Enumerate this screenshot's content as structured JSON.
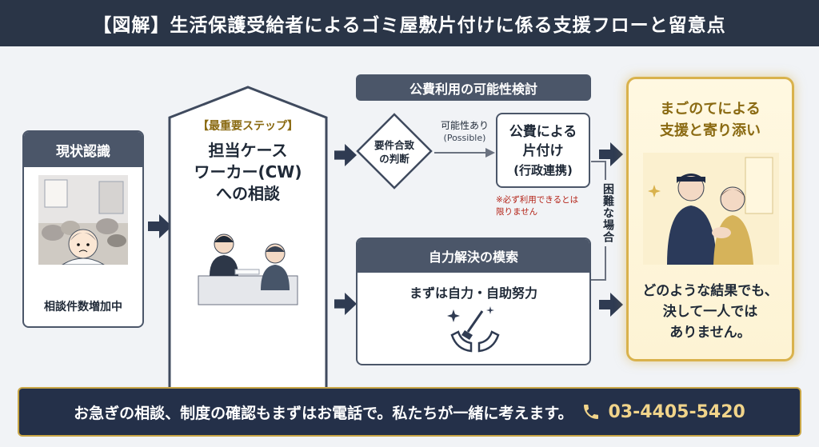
{
  "header": {
    "title": "【図解】生活保護受給者によるゴミ屋敷片付けに係る支援フローと留意点"
  },
  "recognition": {
    "title": "現状認識",
    "caption": "相談件数増加中"
  },
  "consult": {
    "tag": "【最重要ステップ】",
    "line1": "担当ケース",
    "line2": "ワーカー(CW)",
    "line3": "への相談"
  },
  "public_use": {
    "header": "公費利用の可能性検討",
    "decision_line1": "要件合致",
    "decision_line2": "の判断",
    "possible_label": "可能性あり",
    "possible_sub": "(Possible)",
    "box_line1": "公費による",
    "box_line2": "片付け",
    "box_line3": "(行政連携)",
    "note_line1": "※必ず利用できるとは",
    "note_line2": "限りません",
    "difficult": "困難な場合"
  },
  "self_help": {
    "header": "自力解決の模索",
    "subtitle": "まずは自力・自助努力"
  },
  "support": {
    "title_line1": "まごのてによる",
    "title_line2": "支援と寄り添い",
    "msg_line1": "どのような結果でも、",
    "msg_line2": "決して一人では",
    "msg_line3": "ありません。"
  },
  "footer": {
    "text": "お急ぎの相談、制度の確認もまずはお電話で。私たちが一緒に考えます。",
    "phone": "03-4405-5420"
  },
  "colors": {
    "navy": "#2a3547",
    "panel_head": "#4b5669",
    "gold": "#d9b24c",
    "accent_text": "#8a6a12",
    "note_red": "#b42318"
  },
  "icons": [
    "phone-icon",
    "cleaning-hands-icon",
    "sparkle-icon"
  ]
}
